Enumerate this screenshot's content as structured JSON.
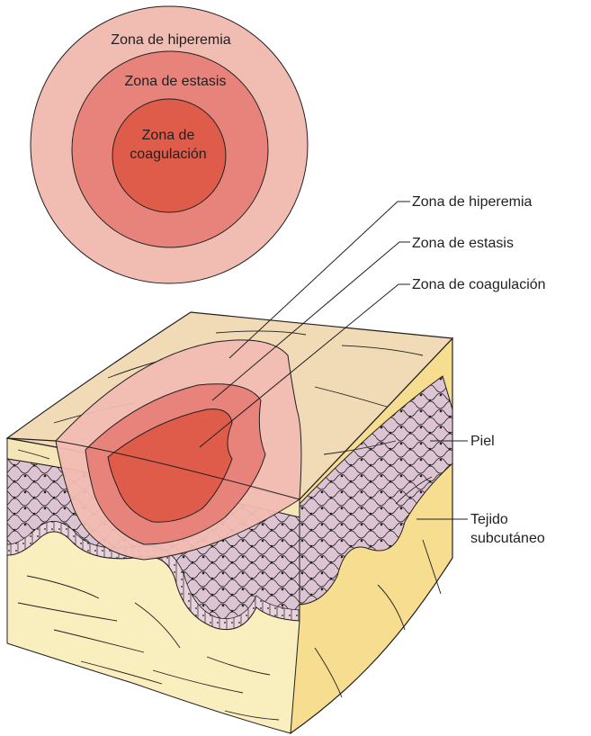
{
  "top_diagram": {
    "ring_outer": "Zona de hiperemia",
    "ring_middle": "Zona de estasis",
    "ring_inner_line1": "Zona de",
    "ring_inner_line2": "coagulación"
  },
  "callouts": {
    "hyperemia": "Zona de hiperemia",
    "stasis": "Zona de estasis",
    "coagulation": "Zona de coagulación",
    "skin": "Piel",
    "subcutaneous_line1": "Tejido",
    "subcutaneous_line2": "subcutáneo"
  },
  "colors": {
    "hyperemia": "#f1bcb2",
    "stasis": "#e8837b",
    "coagulation": "#de5c49",
    "skin_surface": "#f0dbb6",
    "dermis": "#f5e6b8",
    "cells": "#ddc4d2",
    "subcutaneous": "#f9eebd",
    "block_side": "#f6dd8f"
  }
}
